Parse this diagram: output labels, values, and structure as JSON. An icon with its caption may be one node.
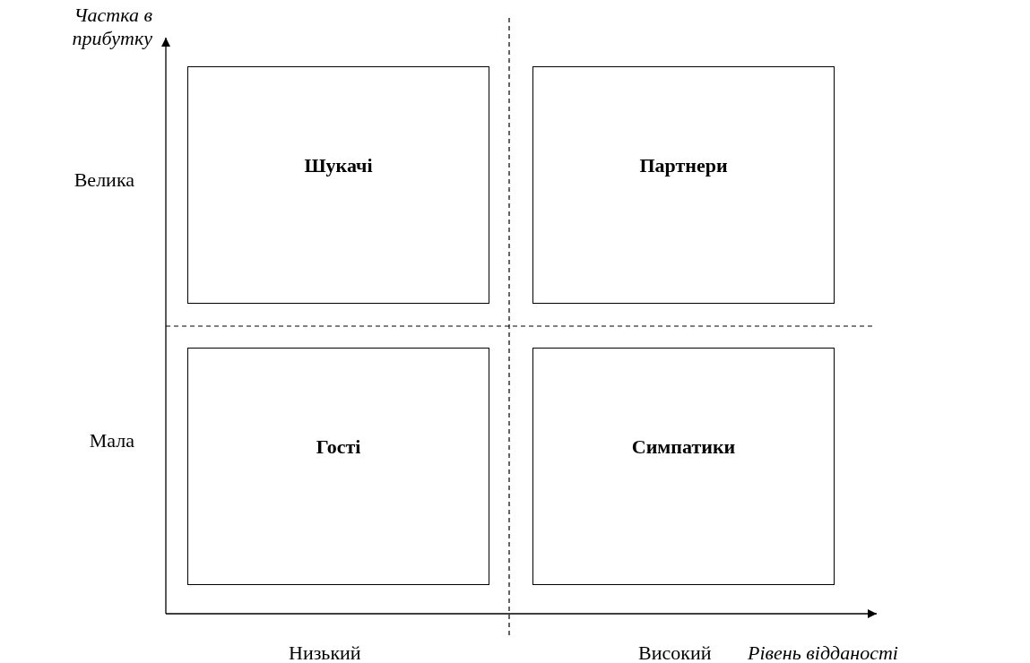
{
  "diagram": {
    "nodes": [
      {
        "text": [
          "Шукачі"
        ]
      },
      {
        "text": [
          "Партнери"
        ]
      },
      {
        "text": [
          "Гості"
        ]
      },
      {
        "text": [
          "Симпатики"
        ]
      }
    ],
    "labels": [
      "Частка в прибутку",
      "Велика",
      "Мала",
      "Низький",
      "Високий",
      "Рівень відданості"
    ]
  }
}
